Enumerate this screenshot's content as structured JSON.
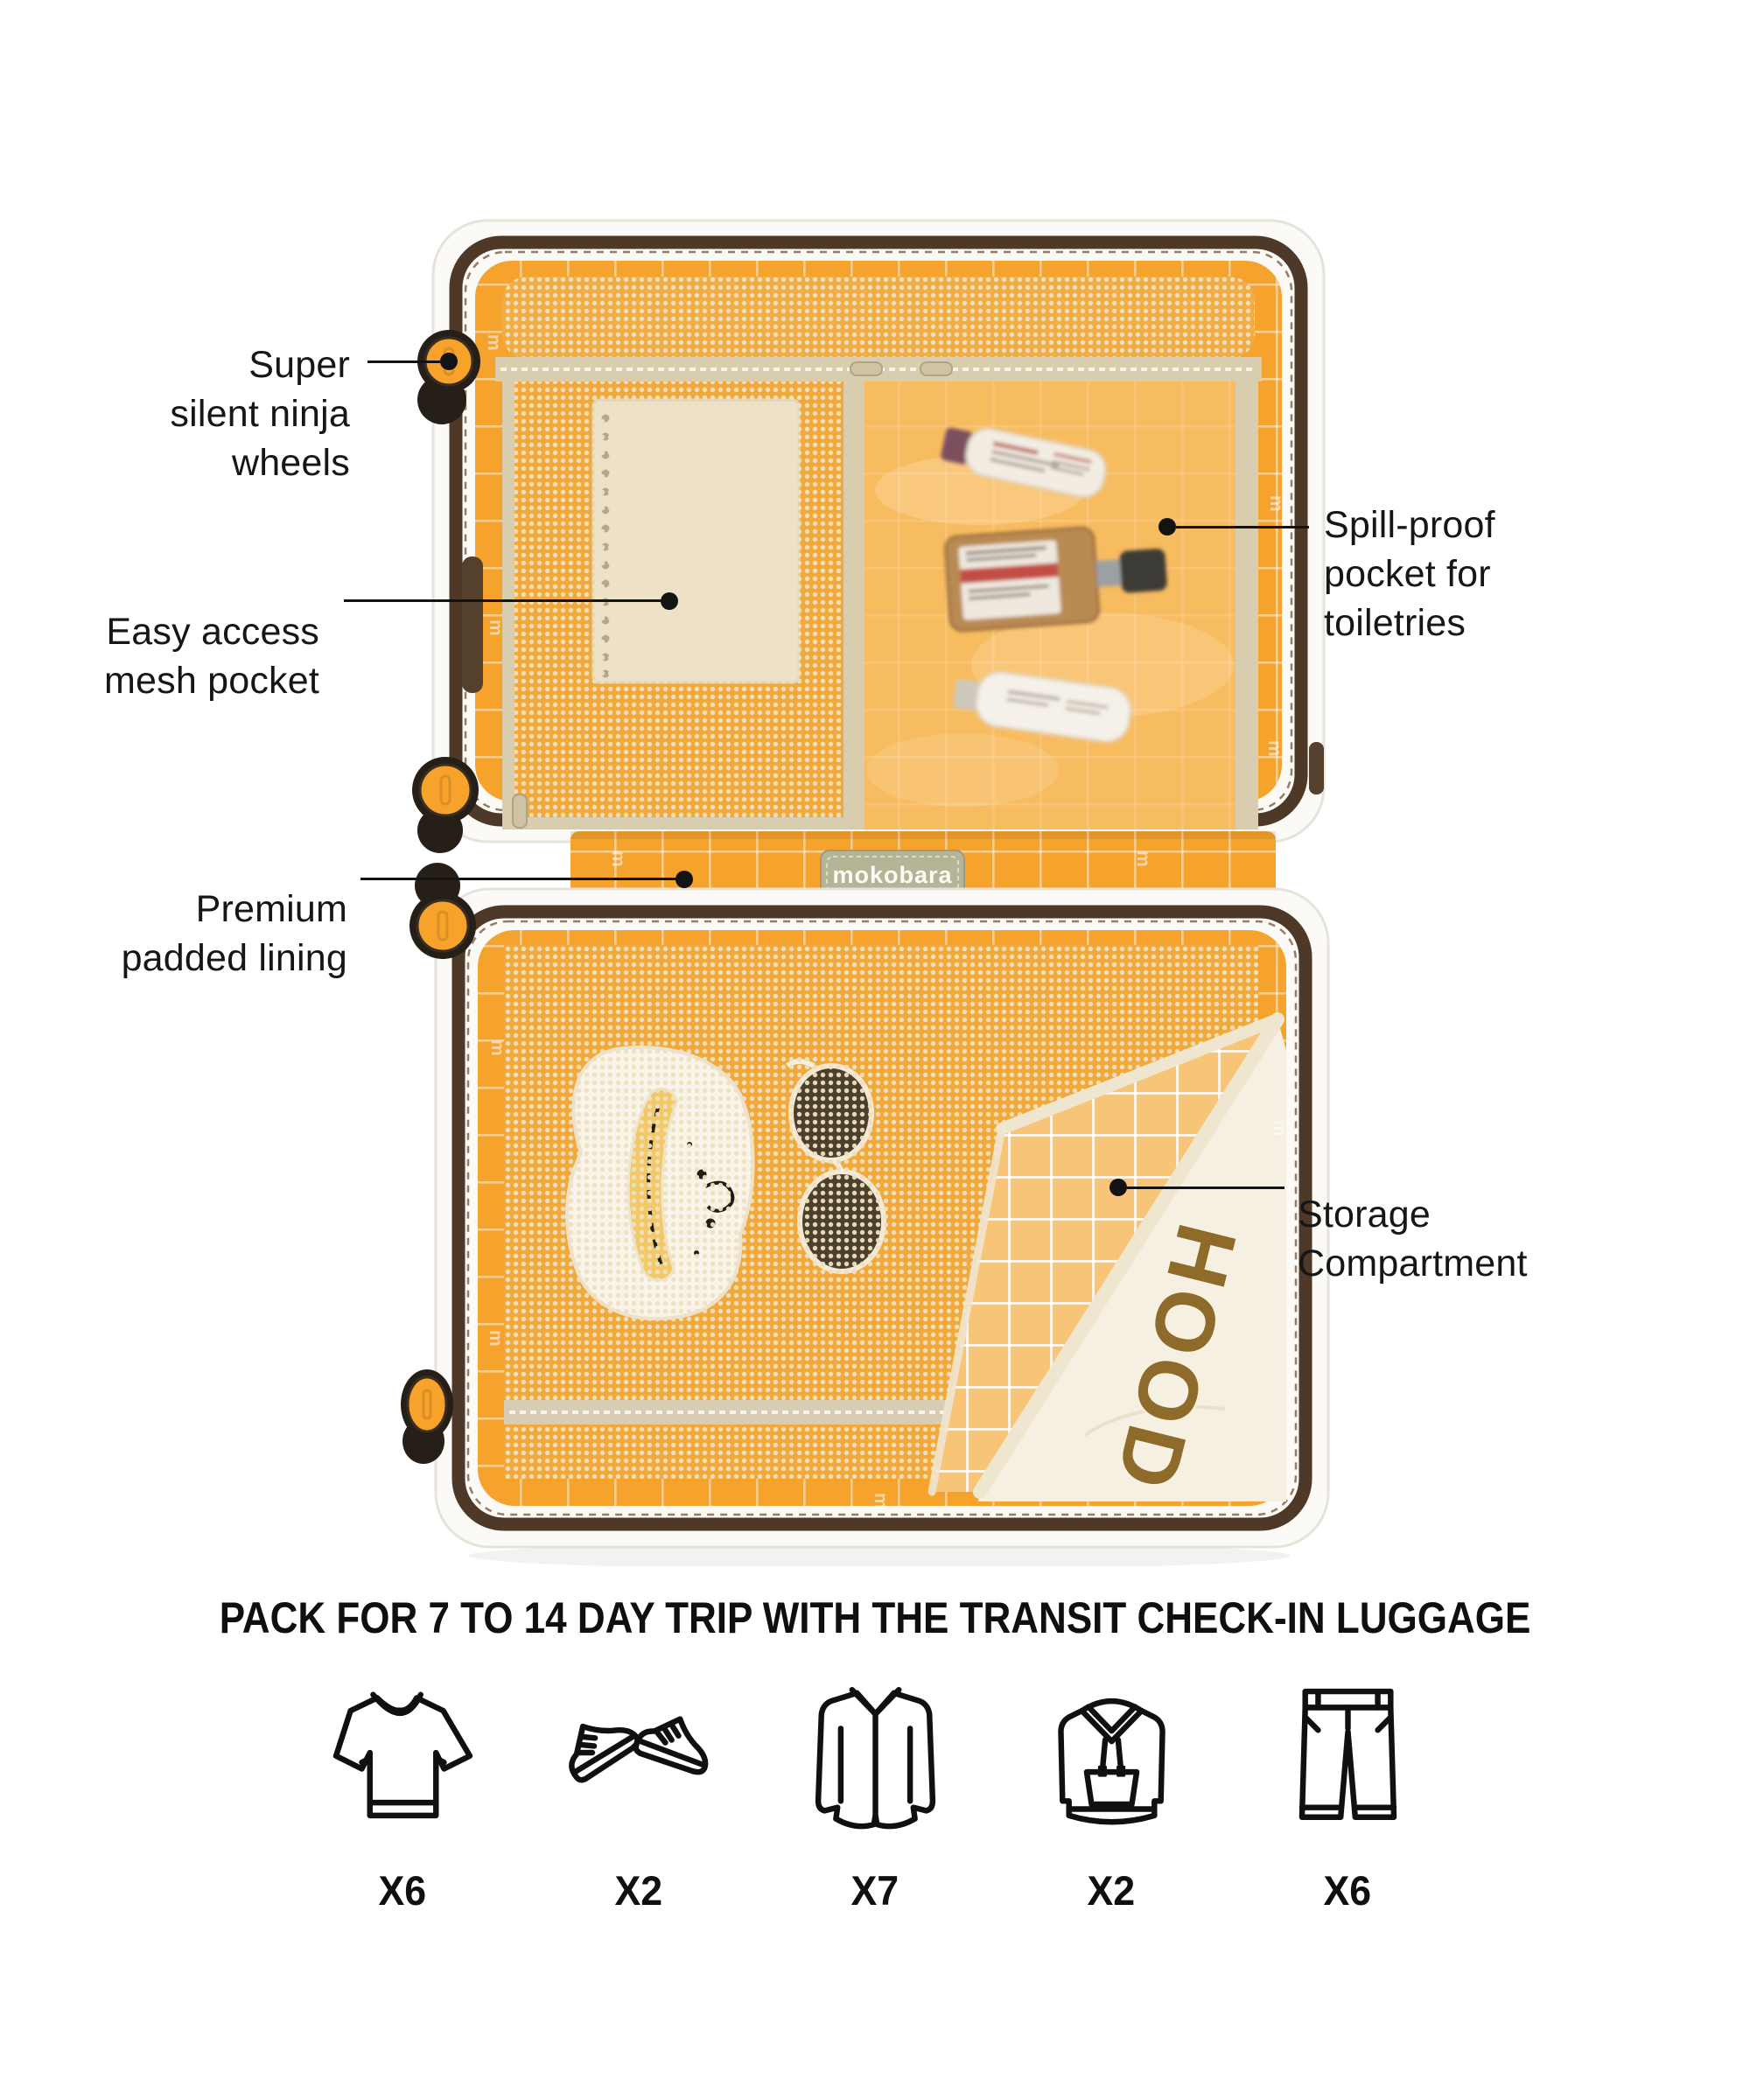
{
  "callouts": [
    {
      "id": "wheels",
      "label": "Super\nsilent ninja\nwheels"
    },
    {
      "id": "mesh-pocket",
      "label": "Easy access\nmesh pocket"
    },
    {
      "id": "padded-lining",
      "label": "Premium\npadded lining"
    },
    {
      "id": "spill-proof-pocket",
      "label": "Spill-proof\npocket for\ntoiletries"
    },
    {
      "id": "storage-compartment",
      "label": "Storage\nCompartment"
    }
  ],
  "luggage": {
    "brand_tag": "mokobara",
    "garment_text": "HOOD"
  },
  "packing": {
    "heading": "PACK FOR 7 TO 14 DAY TRIP WITH THE TRANSIT CHECK-IN LUGGAGE",
    "items": [
      {
        "icon": "tshirt-icon",
        "count": "X6"
      },
      {
        "icon": "sneakers-icon",
        "count": "X2"
      },
      {
        "icon": "dress-shirt-icon",
        "count": "X7"
      },
      {
        "icon": "hoodie-icon",
        "count": "X2"
      },
      {
        "icon": "pants-icon",
        "count": "X6"
      }
    ]
  },
  "colors": {
    "background": "#ffffff",
    "text": "#131313",
    "lining_orange": "#f5a32c",
    "lining_pale_orange": "#f8c478",
    "mesh_cream": "#efe0be",
    "tape_beige": "#d8cdaf",
    "trim_brown": "#4e3827",
    "shell_white": "#fbfaf6",
    "wheel_orange": "#f6a22b",
    "wheel_tire_black": "#261f18",
    "tag_beige_green": "#b6b497",
    "garment_letters_brown": "#8f6b2b"
  }
}
